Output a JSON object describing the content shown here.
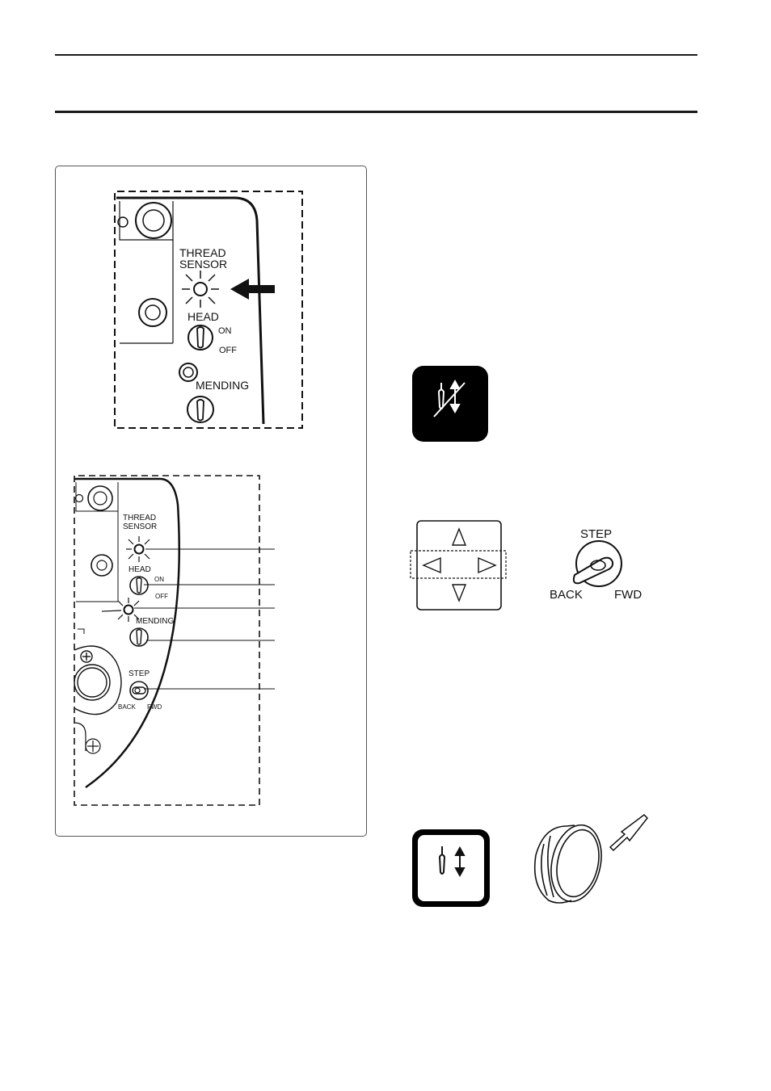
{
  "figure_top": {
    "thread_sensor_label_line1": "THREAD",
    "thread_sensor_label_line2": "SENSOR",
    "head_label": "HEAD",
    "head_on": "ON",
    "head_off": "OFF",
    "mending_label": "MENDING"
  },
  "figure_bottom": {
    "thread_sensor_label_line1": "THREAD",
    "thread_sensor_label_line2": "SENSOR",
    "head_label": "HEAD",
    "head_on": "ON",
    "head_off": "OFF",
    "mending_label": "MENDING",
    "step_label": "STEP",
    "back_label": "BACK",
    "fwd_label": "FWD"
  },
  "step_switch": {
    "step_label": "STEP",
    "back_label": "BACK",
    "fwd_label": "FWD"
  },
  "icons": {
    "needle_up_down_disabled": "needle-up-down-crossed-icon",
    "arrow_keypad": "arrow-keypad-icon",
    "step_switch": "step-toggle-switch-icon",
    "needle_up_down": "needle-up-down-icon",
    "knob": "knob-icon"
  }
}
